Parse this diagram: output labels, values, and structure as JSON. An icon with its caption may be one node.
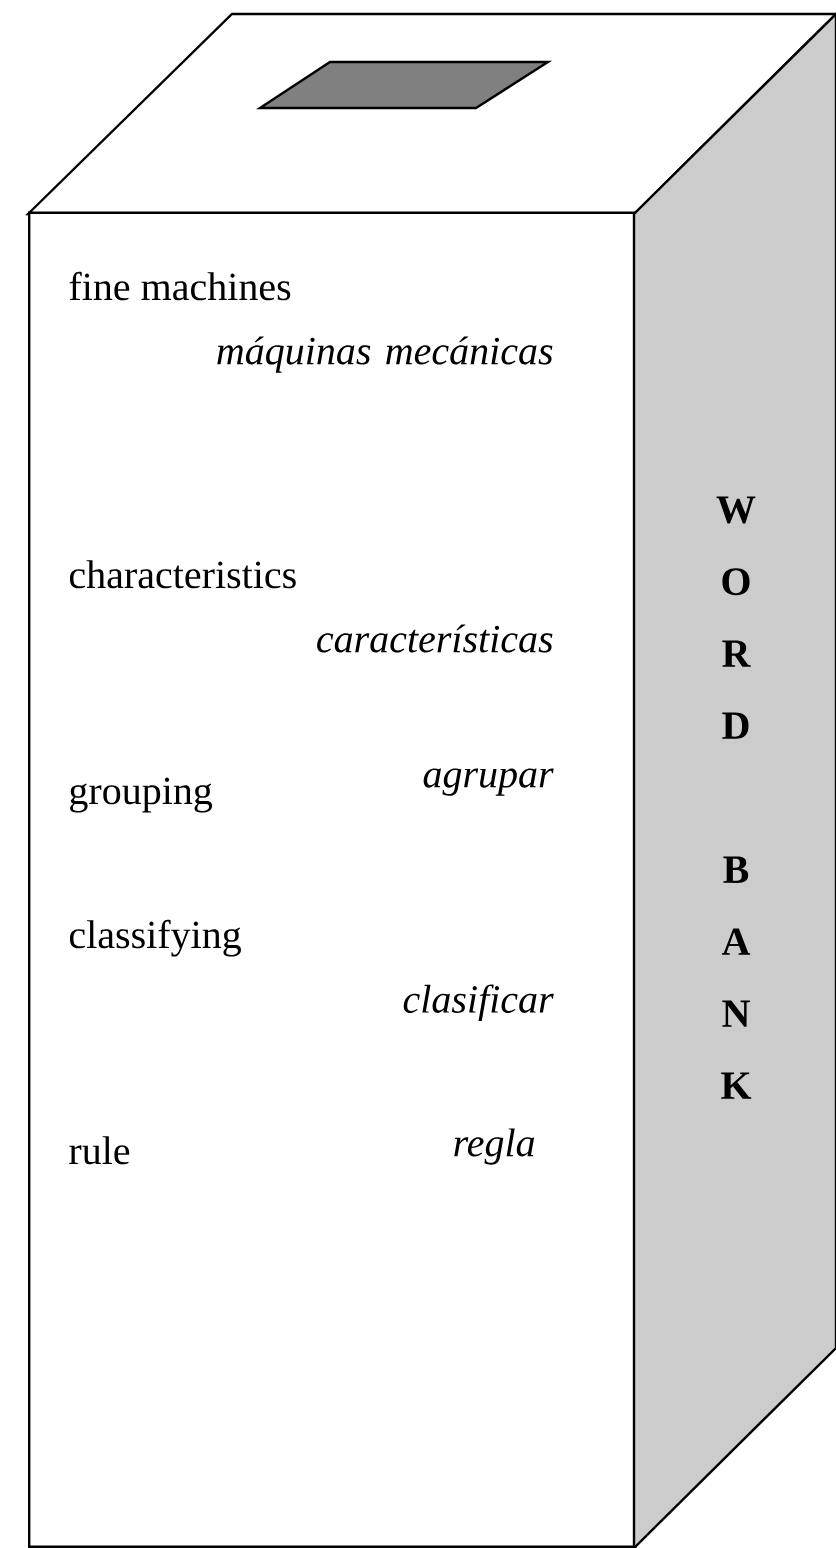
{
  "diagram": {
    "nodes": [
      {
        "text": [
          "fine machines",
          "máquinas mecánicas",
          "characteristics",
          "características",
          "grouping",
          "agrupar",
          "classifying",
          "clasificar",
          "rule",
          "regla"
        ]
      },
      {
        "text": [
          "WORD BANK"
        ]
      }
    ]
  }
}
